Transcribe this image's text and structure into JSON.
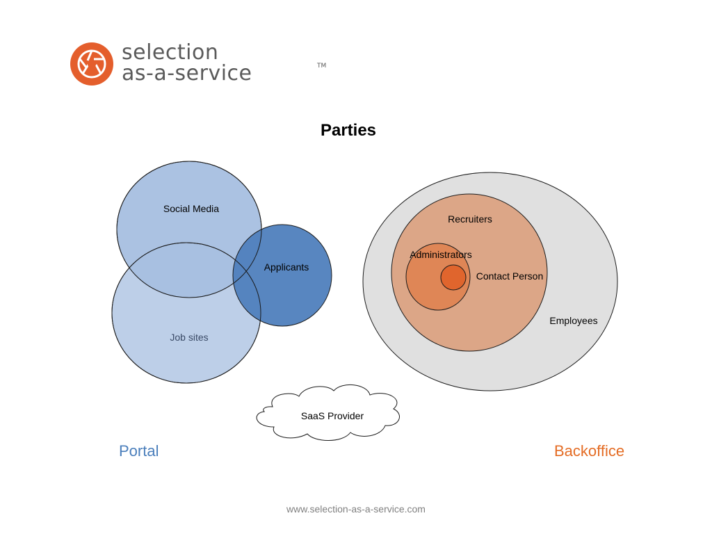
{
  "logo": {
    "line1": "selection",
    "line2": "as-a-service",
    "tm": "TM",
    "brand_color": "#e45e2c"
  },
  "title": "Parties",
  "diagram": {
    "portal": {
      "social_media": "Social Media",
      "job_sites": "Job sites",
      "applicants": "Applicants"
    },
    "backoffice": {
      "recruiters": "Recruiters",
      "administrators": "Administrators",
      "contact_person": "Contact Person",
      "employees": "Employees"
    },
    "saas_provider": "SaaS Provider"
  },
  "labels": {
    "portal": "Portal",
    "backoffice": "Backoffice"
  },
  "colors": {
    "light_blue": "#a7bfe0",
    "dark_blue": "#4f7fbd",
    "light_gray": "#e0e0e0",
    "light_orange": "#dca687",
    "mid_orange": "#df8656",
    "dark_orange": "#e0652d",
    "portal_text": "#4a7ebb",
    "backoffice_text": "#e46c24"
  },
  "footer": "www.selection-as-a-service.com"
}
